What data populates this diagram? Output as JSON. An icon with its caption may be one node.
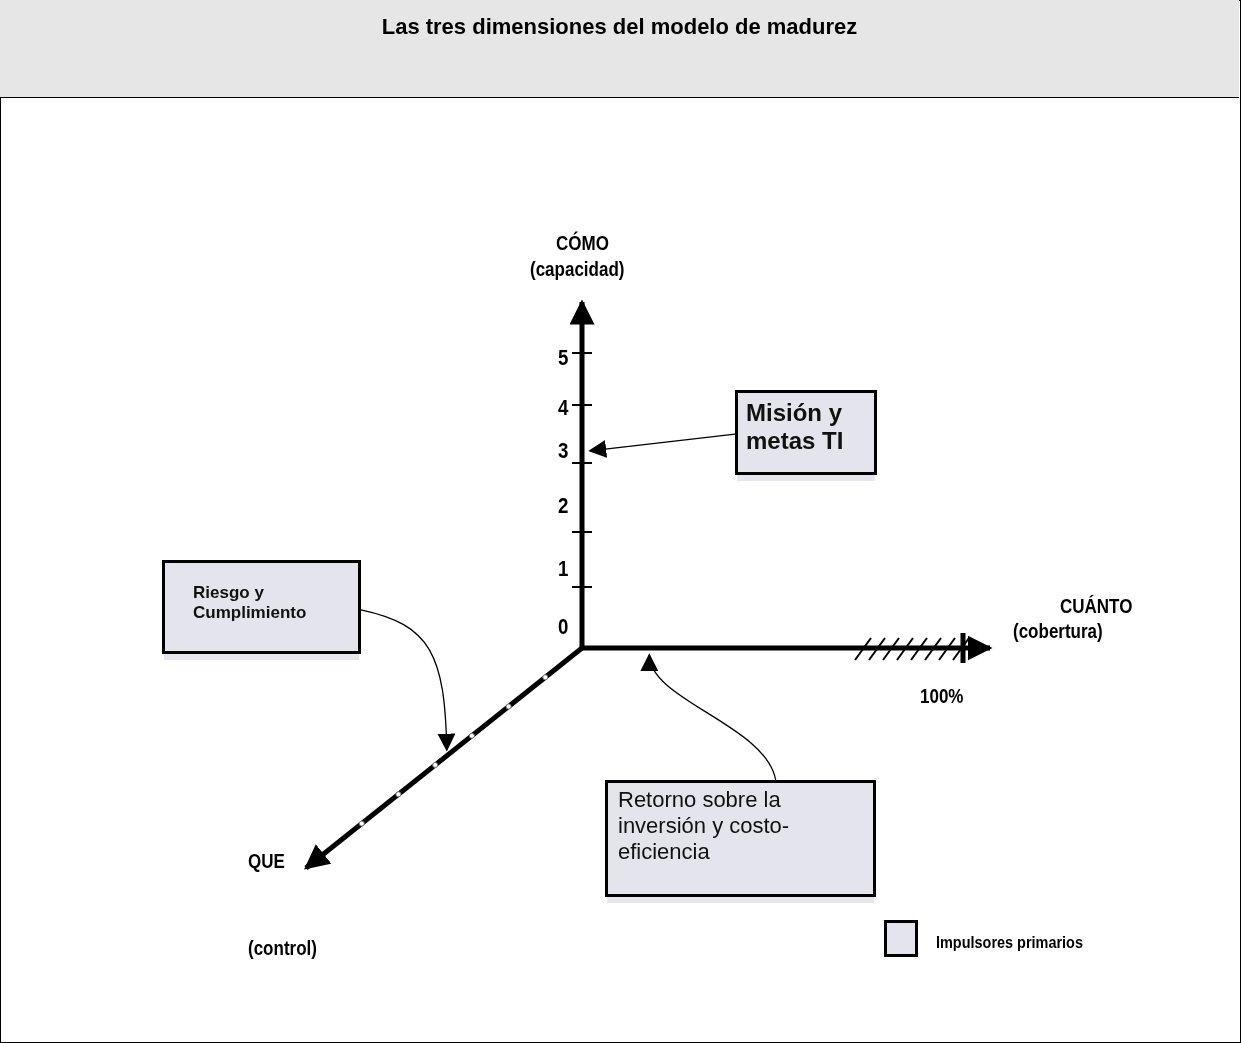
{
  "diagram": {
    "title": "Las tres dimensiones del modelo de madurez",
    "nodes": [
      {
        "text": [
          "Misión y metas TI"
        ]
      },
      {
        "text": [
          "Riesgo y Cumplimiento"
        ]
      },
      {
        "text": [
          "Retorno sobre la inversión y costo-eficiencia"
        ]
      },
      {
        "text": [],
        "shape": "arrow",
        "beside": [
          "CÓMO",
          "(capacidad)",
          "5",
          "4",
          "3",
          "2",
          "1",
          "0"
        ]
      },
      {
        "text": [],
        "shape": "arrow",
        "beside": [
          "QUE",
          "(control)"
        ]
      },
      {
        "text": [],
        "shape": "arrow",
        "beside": [
          "CUÁNTO",
          "(cobertura)",
          "100%"
        ]
      }
    ],
    "edges": [
      {
        "from": 0,
        "to": 3,
        "arrow": "to"
      },
      {
        "from": 1,
        "to": 4,
        "arrow": "to"
      },
      {
        "from": 2,
        "to": 5,
        "arrow": "to"
      }
    ],
    "legend": [
      {
        "text": "Impulsores primarios",
        "color": "#e3e4ec"
      }
    ]
  }
}
